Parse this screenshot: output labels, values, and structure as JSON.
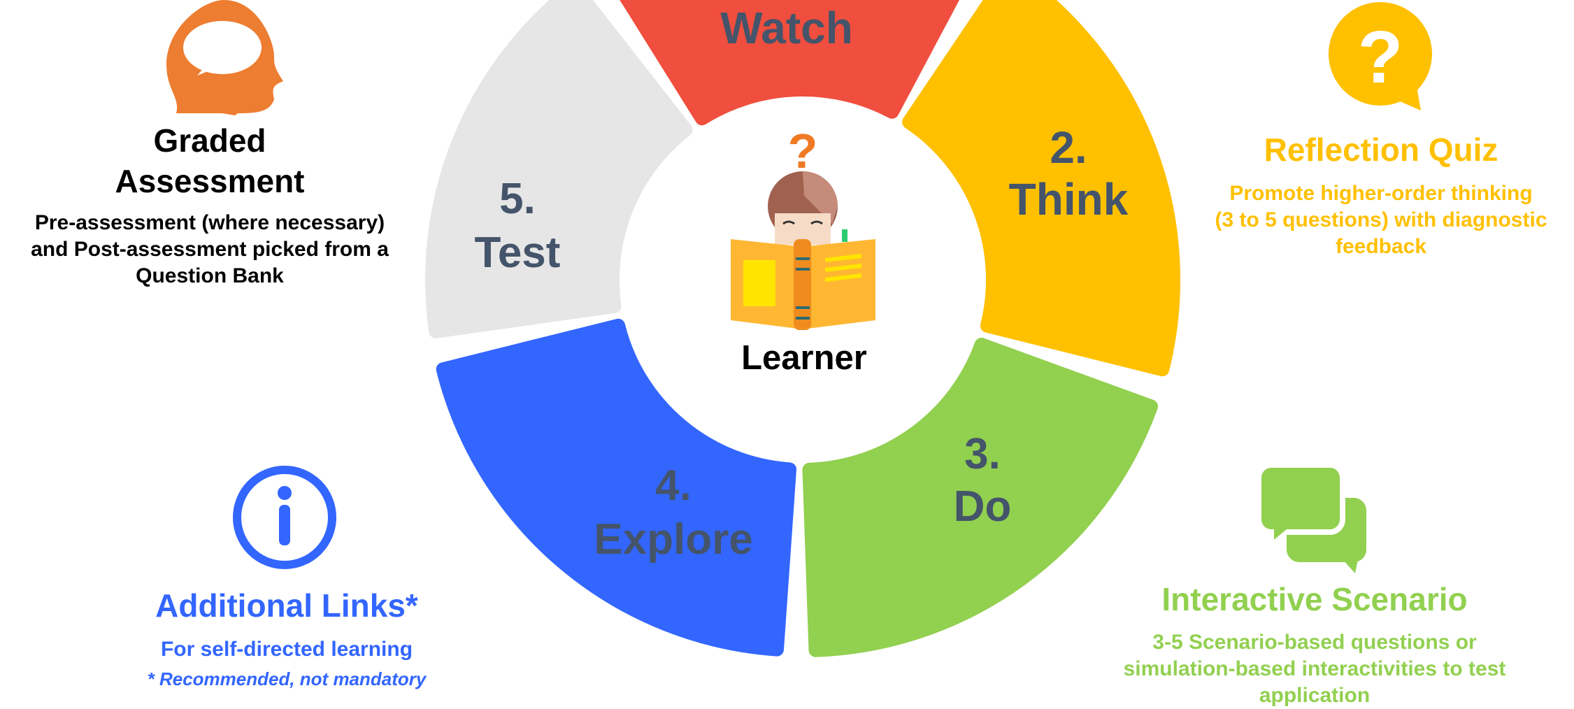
{
  "center": {
    "label": "Learner"
  },
  "segments": [
    {
      "num": "",
      "label": "Watch",
      "color": "#f04e3e"
    },
    {
      "num": "2.",
      "label": "Think",
      "color": "#ffc000"
    },
    {
      "num": "3.",
      "label": "Do",
      "color": "#92d050"
    },
    {
      "num": "4.",
      "label": "Explore",
      "color": "#3366ff"
    },
    {
      "num": "5.",
      "label": "Test",
      "color": "#e6e6e6"
    }
  ],
  "graded": {
    "title_line1": "Graded",
    "title_line2": "Assessment",
    "desc_line1": "Pre-assessment (where necessary)",
    "desc_line2": "and Post-assessment picked from a",
    "desc_line3": "Question Bank",
    "icon": "head-brain-icon",
    "color": "#ed7d31"
  },
  "reflection": {
    "title": "Reflection Quiz",
    "desc_line1": "Promote higher-order thinking",
    "desc_line2": "(3 to 5 questions) with diagnostic",
    "desc_line3": "feedback",
    "icon": "question-bubble-icon",
    "color": "#ffc000"
  },
  "links": {
    "title": "Additional Links*",
    "desc": "For self-directed learning",
    "note": "* Recommended, not mandatory",
    "icon": "info-icon",
    "color": "#3366ff"
  },
  "scenario": {
    "title": "Interactive Scenario",
    "desc_line1": "3-5 Scenario-based  questions or",
    "desc_line2": "simulation-based interactivities to test",
    "desc_line3": "application",
    "icon": "chat-bubbles-icon",
    "color": "#92d050"
  }
}
